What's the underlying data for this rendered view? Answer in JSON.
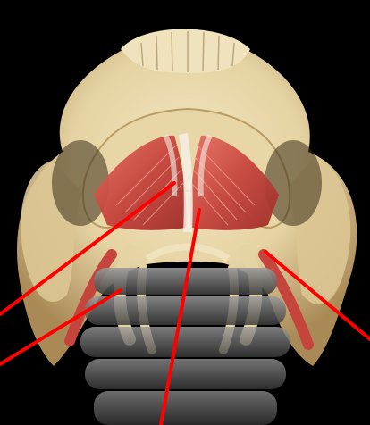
{
  "image": {
    "subject": "skull-underside-floor-of-mouth-muscles",
    "colors": {
      "background": "#000000",
      "bone": "#e6d3a3",
      "bone_shadow": "#b89b63",
      "muscle": "#c5443c",
      "muscle_highlight": "#f0a196",
      "tendon": "#f4efe5",
      "vertebra": "#8f8f8f",
      "pointer_line": "#ff0000"
    },
    "pointer_lines": [
      {
        "name": "pointer-line-1"
      },
      {
        "name": "pointer-line-2"
      },
      {
        "name": "pointer-line-3"
      },
      {
        "name": "pointer-line-4"
      }
    ]
  }
}
